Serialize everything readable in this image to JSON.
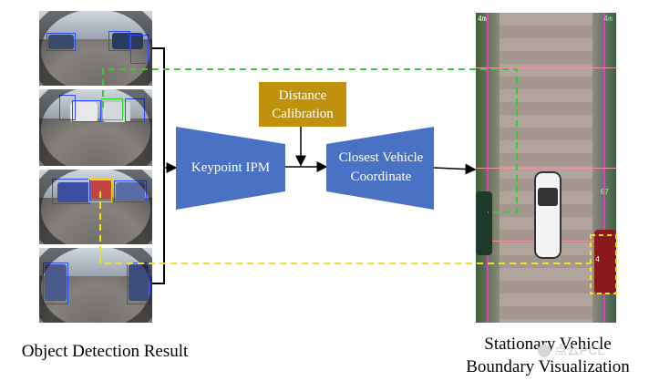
{
  "diagram": {
    "left_caption": "Object Detection Result",
    "right_caption_line1": "Stationary Vehicle",
    "right_caption_line2": "Boundary Visualization",
    "node_distance_line1": "Distance",
    "node_distance_line2": "Calibration",
    "node_ipm": "Keypoint IPM",
    "node_closest_line1": "Closest Vehicle",
    "node_closest_line2": "Coordinate",
    "bev_labels": [
      "4m",
      "4m",
      "67",
      "4"
    ],
    "watermark_text": "点云PCL"
  },
  "colors": {
    "block_blue": "#4a72c4",
    "block_gold": "#c0920b",
    "guide_green": "#2fcf2f",
    "guide_yellow": "#f2e21a"
  }
}
